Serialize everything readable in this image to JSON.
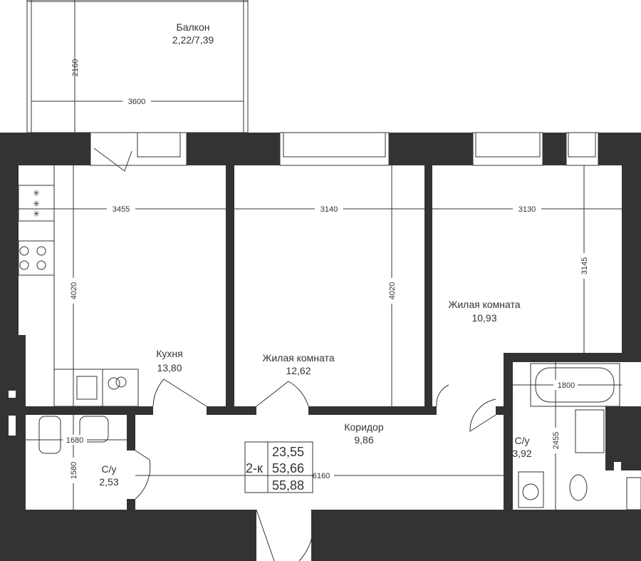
{
  "plan": {
    "colors": {
      "wall": "#333333",
      "background": "#ffffff"
    },
    "rooms": [
      {
        "name": "Балкон",
        "area": "2,22/7,39"
      },
      {
        "name": "Кухня",
        "area": "13,80"
      },
      {
        "name": "Жилая комната",
        "area": "12,62"
      },
      {
        "name": "Жилая комната",
        "area": "10,93"
      },
      {
        "name": "Коридор",
        "area": "9,86"
      },
      {
        "name": "С/у",
        "area": "2,53"
      },
      {
        "name": "С/у",
        "area": "3,92"
      }
    ],
    "dimensions": {
      "balcony_depth": "2160",
      "balcony_width": "3600",
      "kitchen_width": "3455",
      "kitchen_depth": "4020",
      "room1_width": "3140",
      "room1_depth": "4020",
      "room2_width": "3130",
      "room2_depth": "3145",
      "bath_width": "1800",
      "bath_depth": "2455",
      "wc_width": "1680",
      "wc_depth": "1580",
      "corridor_length": "6160"
    },
    "summary": {
      "type": "2-к",
      "living_area": "23,55",
      "total_area": "53,66",
      "total_with_balcony": "55,88"
    }
  }
}
